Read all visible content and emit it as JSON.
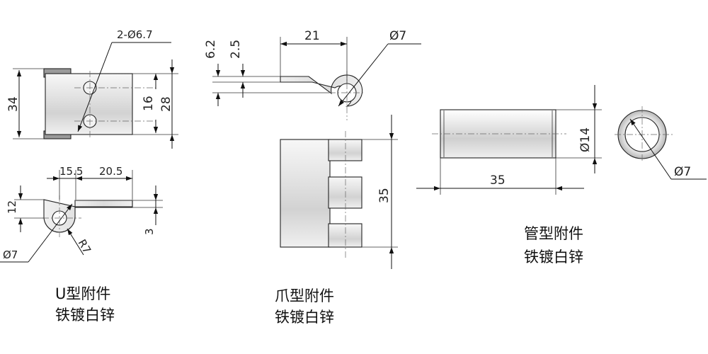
{
  "u_part": {
    "hole_note": "2-Ø6.7",
    "dim_height": "34",
    "dim_hole_spacing": "16",
    "dim_total": "28",
    "dim_offset": "15.5",
    "dim_leg": "20.5",
    "dim_side_height": "12",
    "dim_thickness": "3",
    "dim_bore": "Ø7",
    "dim_radius": "R7",
    "caption_line1": "U型附件",
    "caption_line2": "铁镀白锌"
  },
  "claw_part": {
    "dim_a": "6.2",
    "dim_b": "2.5",
    "dim_length": "21",
    "dim_bore": "Ø7",
    "dim_height": "35",
    "caption_line1": "爪型附件",
    "caption_line2": "铁镀白锌"
  },
  "tube_part": {
    "dim_diameter": "Ø14",
    "dim_length": "35",
    "dim_bore": "Ø7",
    "caption_line1": "管型附件",
    "caption_line2": "铁镀白锌"
  }
}
